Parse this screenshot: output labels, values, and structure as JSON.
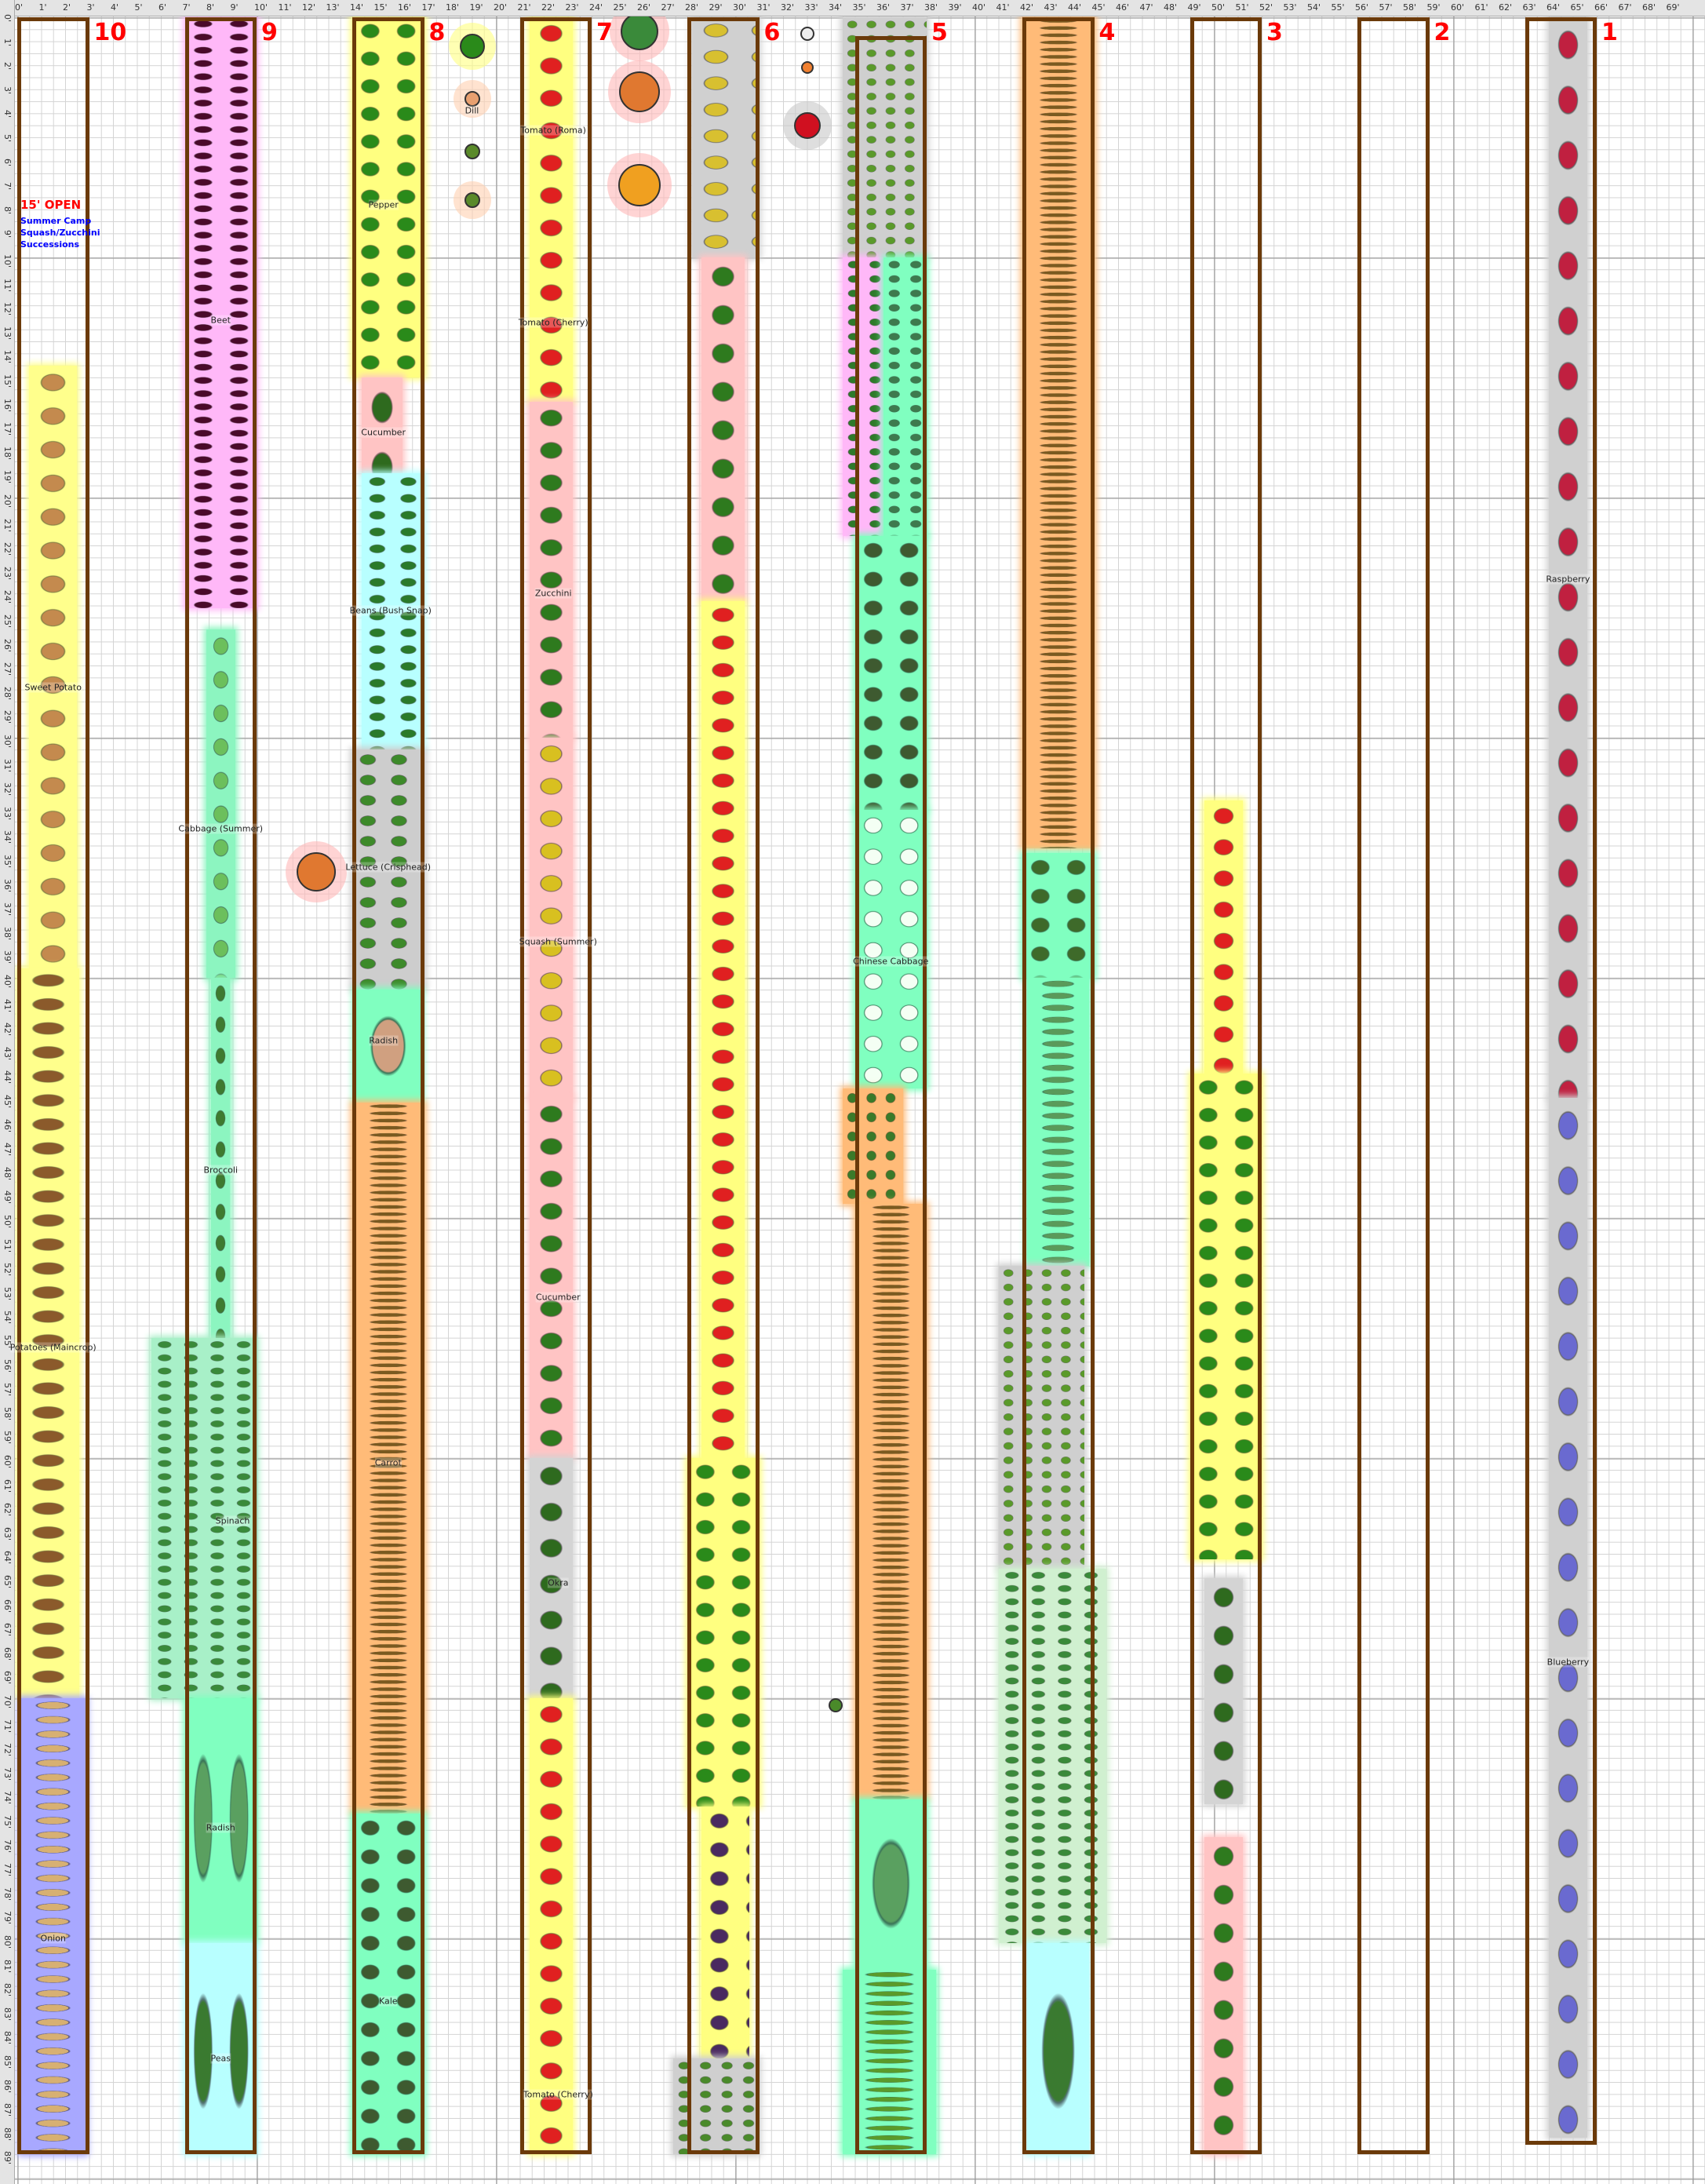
{
  "ruler": {
    "horizontal": [
      "0'",
      "1'",
      "2'",
      "3'",
      "4'",
      "5'",
      "6'",
      "7'",
      "8'",
      "9'",
      "10'",
      "11'",
      "12'",
      "13'",
      "14'",
      "15'",
      "16'",
      "17'",
      "18'",
      "19'",
      "20'",
      "21'",
      "22'",
      "23'",
      "24'",
      "25'",
      "26'",
      "27'",
      "28'",
      "29'",
      "30'",
      "31'",
      "32'",
      "33'",
      "34'",
      "35'",
      "36'",
      "37'",
      "38'",
      "39'",
      "40'",
      "41'",
      "42'",
      "43'",
      "44'",
      "45'",
      "46'",
      "47'",
      "48'",
      "49'",
      "50'",
      "51'",
      "52'",
      "53'",
      "54'",
      "55'",
      "56'",
      "57'",
      "58'",
      "59'",
      "60'",
      "61'",
      "62'",
      "63'",
      "64'",
      "65'",
      "66'",
      "67'",
      "68'",
      "69'"
    ],
    "vertical": [
      "0'",
      "1'",
      "2'",
      "3'",
      "4'",
      "5'",
      "6'",
      "7'",
      "8'",
      "9'",
      "10'",
      "11'",
      "12'",
      "13'",
      "14'",
      "15'",
      "16'",
      "17'",
      "18'",
      "19'",
      "20'",
      "21'",
      "22'",
      "23'",
      "24'",
      "25'",
      "26'",
      "27'",
      "28'",
      "29'",
      "30'",
      "31'",
      "32'",
      "33'",
      "34'",
      "35'",
      "36'",
      "37'",
      "38'",
      "39'",
      "40'",
      "41'",
      "42'",
      "43'",
      "44'",
      "45'",
      "46'",
      "47'",
      "48'",
      "49'",
      "50'",
      "51'",
      "52'",
      "53'",
      "54'",
      "55'",
      "56'",
      "57'",
      "58'",
      "59'",
      "60'",
      "61'",
      "62'",
      "63'",
      "64'",
      "65'",
      "66'",
      "67'",
      "68'",
      "69'",
      "70'",
      "71'",
      "72'",
      "73'",
      "74'",
      "75'",
      "76'",
      "77'",
      "78'",
      "79'",
      "80'",
      "81'",
      "82'",
      "83'",
      "84'",
      "85'",
      "86'",
      "87'",
      "88'",
      "89'"
    ]
  },
  "beds": [
    "10",
    "9",
    "8",
    "7",
    "6",
    "5",
    "4",
    "3",
    "2",
    "1"
  ],
  "notes": {
    "open": "15' OPEN",
    "line1": "Summer Camp",
    "line2": "Squash/Zucchini",
    "line3": "Successions"
  },
  "labels": [
    "Sweet Potato",
    "Potatoes (Maincrop)",
    "Onion",
    "Beet",
    "Cabbage (Summer)",
    "Broccoli",
    "Spinach",
    "Radish",
    "Peas",
    "Pepper",
    "Cucumber",
    "Beans (Bush Snap)",
    "Lettuce (Crisphead)",
    "Radish",
    "Carrot",
    "Kale",
    "Dill",
    "Tomato (Roma)",
    "Tomato (Cherry)",
    "Zucchini",
    "Squash (Summer)",
    "Cucumber",
    "Okra",
    "Tomato (Cherry)",
    "Chinese Cabbage",
    "Raspberry",
    "Blueberry"
  ],
  "colors": {
    "bed_border": "#6b3a0a",
    "bed_number": "#ff0000",
    "note_red": "#ff0000",
    "note_blue": "#0000ff"
  }
}
